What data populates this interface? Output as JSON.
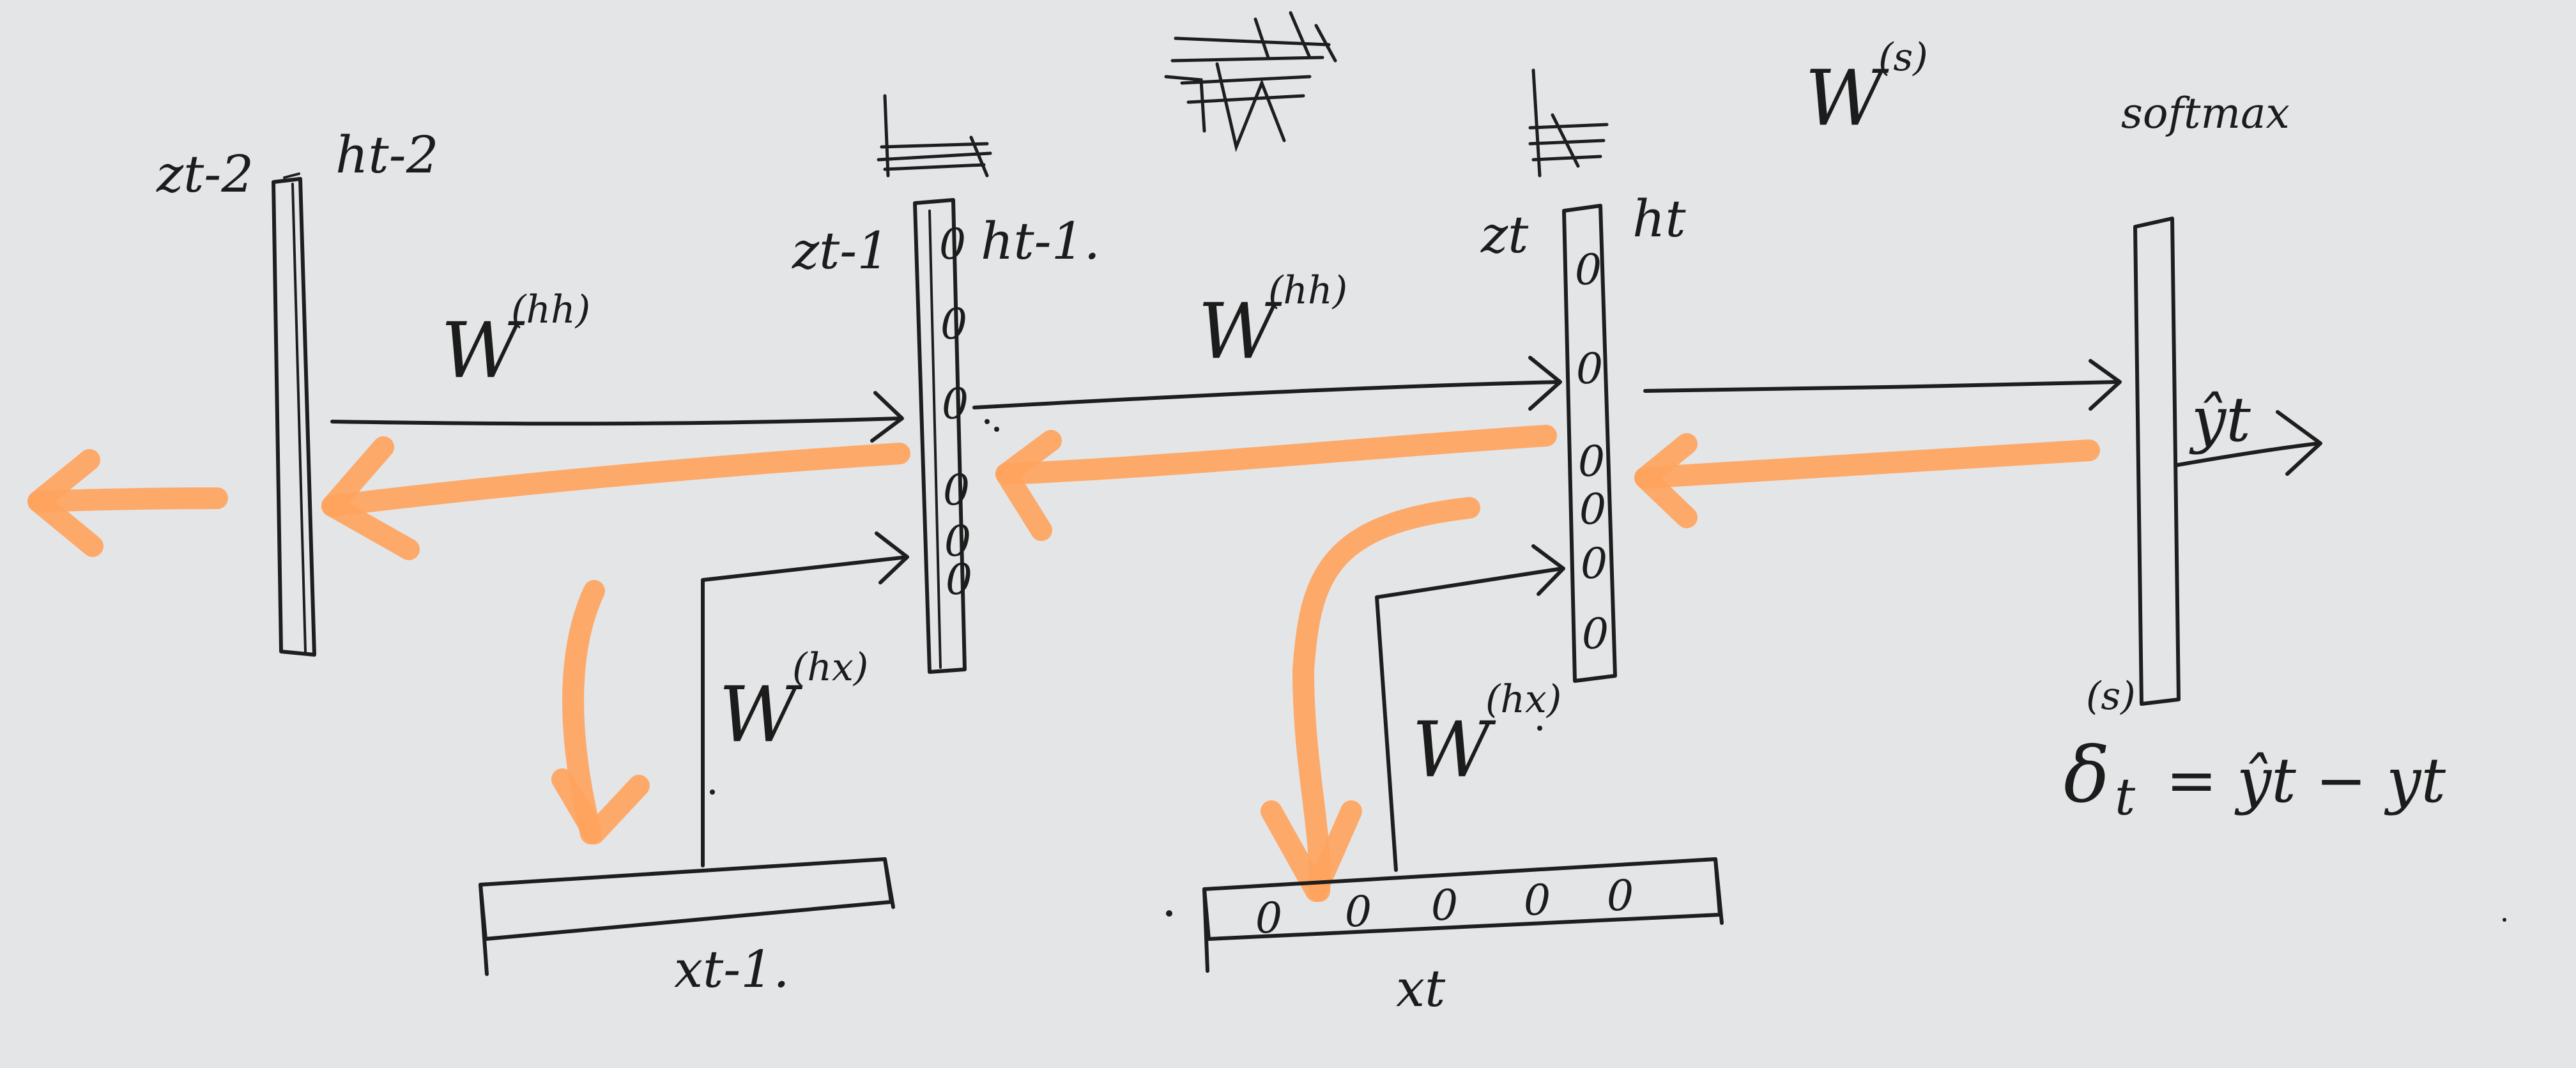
{
  "background": "#e4e5e7",
  "colors": {
    "ink": "#1e1e1e",
    "gradient_arrow": "#ffa45e"
  },
  "labels": {
    "z_t2": "zt-2",
    "h_t2": "ht-2",
    "z_t1": "zt-1",
    "h_t1": "ht-1.",
    "z_t": "zt",
    "h_t": "ht",
    "W_hh_left": "W",
    "W_hh_left_sup": "(hh)",
    "W_hh_mid": "W",
    "W_hh_mid_sup": "(hh)",
    "W_hx_left": "W",
    "W_hx_left_sup": "(hx)",
    "W_hx_right": "W",
    "W_hx_right_sup": "(hx)",
    "W_s": "W",
    "W_s_sup": "(s)",
    "softmax": "softmax",
    "y_hat_t": "ŷt",
    "x_t1": "xt-1.",
    "x_t": "xt",
    "delta": "δ",
    "delta_sup": "(s)",
    "delta_sub": "t",
    "delta_rhs": "= ŷt − yt"
  },
  "layers": {
    "h_t1_units": [
      "0",
      "0",
      "0",
      "0",
      "0",
      "0"
    ],
    "h_t_units": [
      "0",
      "0",
      "0",
      "0",
      "0",
      "0"
    ],
    "x_t_units": [
      "0",
      "0",
      "0",
      "0",
      "0"
    ]
  }
}
